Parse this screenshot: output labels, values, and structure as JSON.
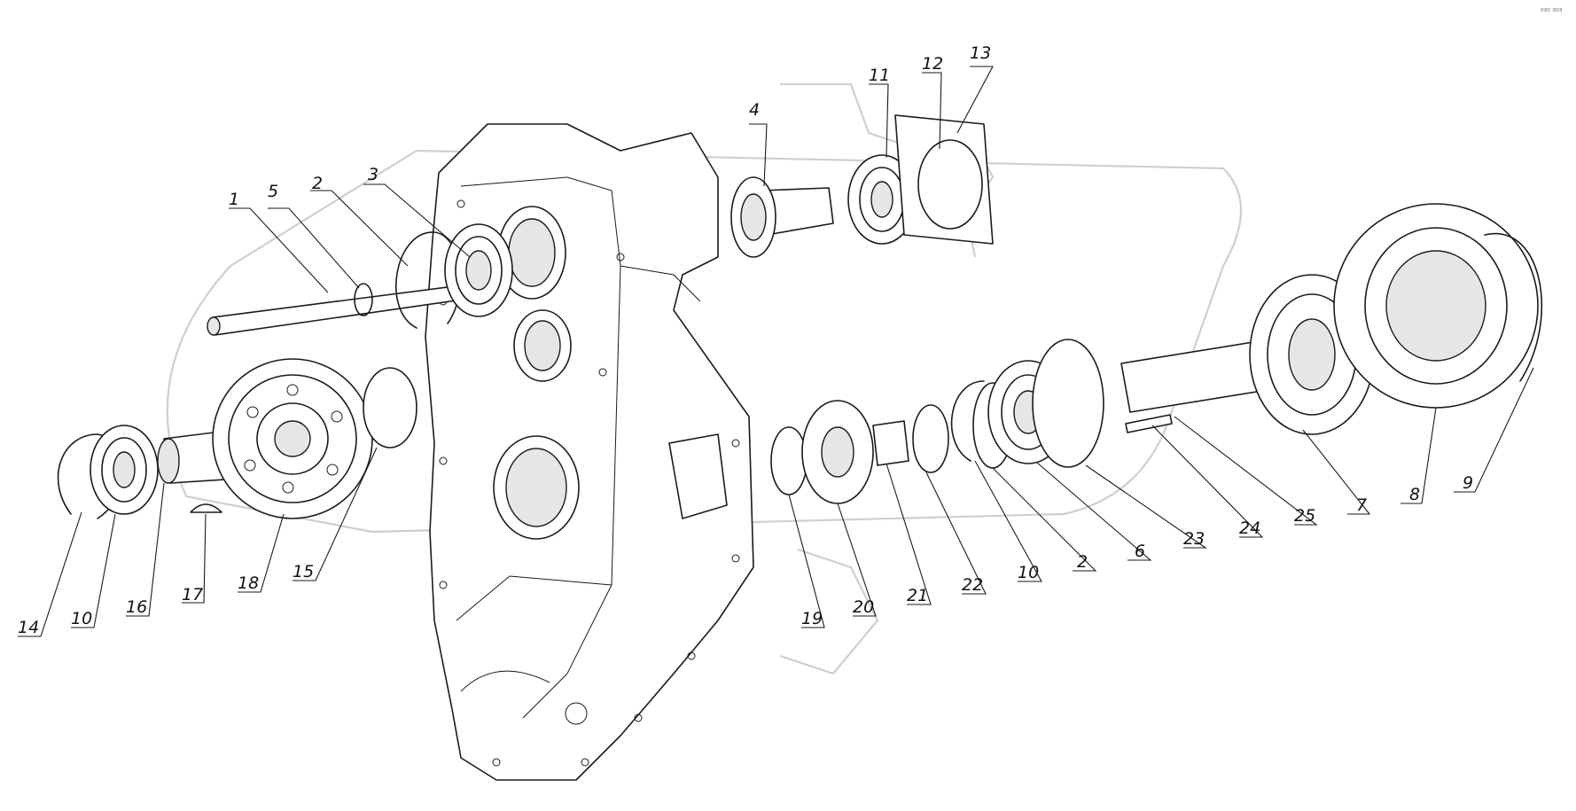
{
  "corner_mark": "⁰³⁰ ⁰⁰³",
  "callouts": [
    {
      "id": "c1",
      "text": "1"
    },
    {
      "id": "c5",
      "text": "5"
    },
    {
      "id": "c2a",
      "text": "2"
    },
    {
      "id": "c3",
      "text": "3"
    },
    {
      "id": "c4",
      "text": "4"
    },
    {
      "id": "c11",
      "text": "11"
    },
    {
      "id": "c12",
      "text": "12"
    },
    {
      "id": "c13",
      "text": "13"
    },
    {
      "id": "c14",
      "text": "14"
    },
    {
      "id": "c10a",
      "text": "10"
    },
    {
      "id": "c16",
      "text": "16"
    },
    {
      "id": "c17",
      "text": "17"
    },
    {
      "id": "c18",
      "text": "18"
    },
    {
      "id": "c15",
      "text": "15"
    },
    {
      "id": "c19",
      "text": "19"
    },
    {
      "id": "c20",
      "text": "20"
    },
    {
      "id": "c21",
      "text": "21"
    },
    {
      "id": "c22",
      "text": "22"
    },
    {
      "id": "c10b",
      "text": "10"
    },
    {
      "id": "c2b",
      "text": "2"
    },
    {
      "id": "c6",
      "text": "6"
    },
    {
      "id": "c23",
      "text": "23"
    },
    {
      "id": "c24",
      "text": "24"
    },
    {
      "id": "c25",
      "text": "25"
    },
    {
      "id": "c7",
      "text": "7"
    },
    {
      "id": "c8",
      "text": "8"
    },
    {
      "id": "c9",
      "text": "9"
    }
  ]
}
